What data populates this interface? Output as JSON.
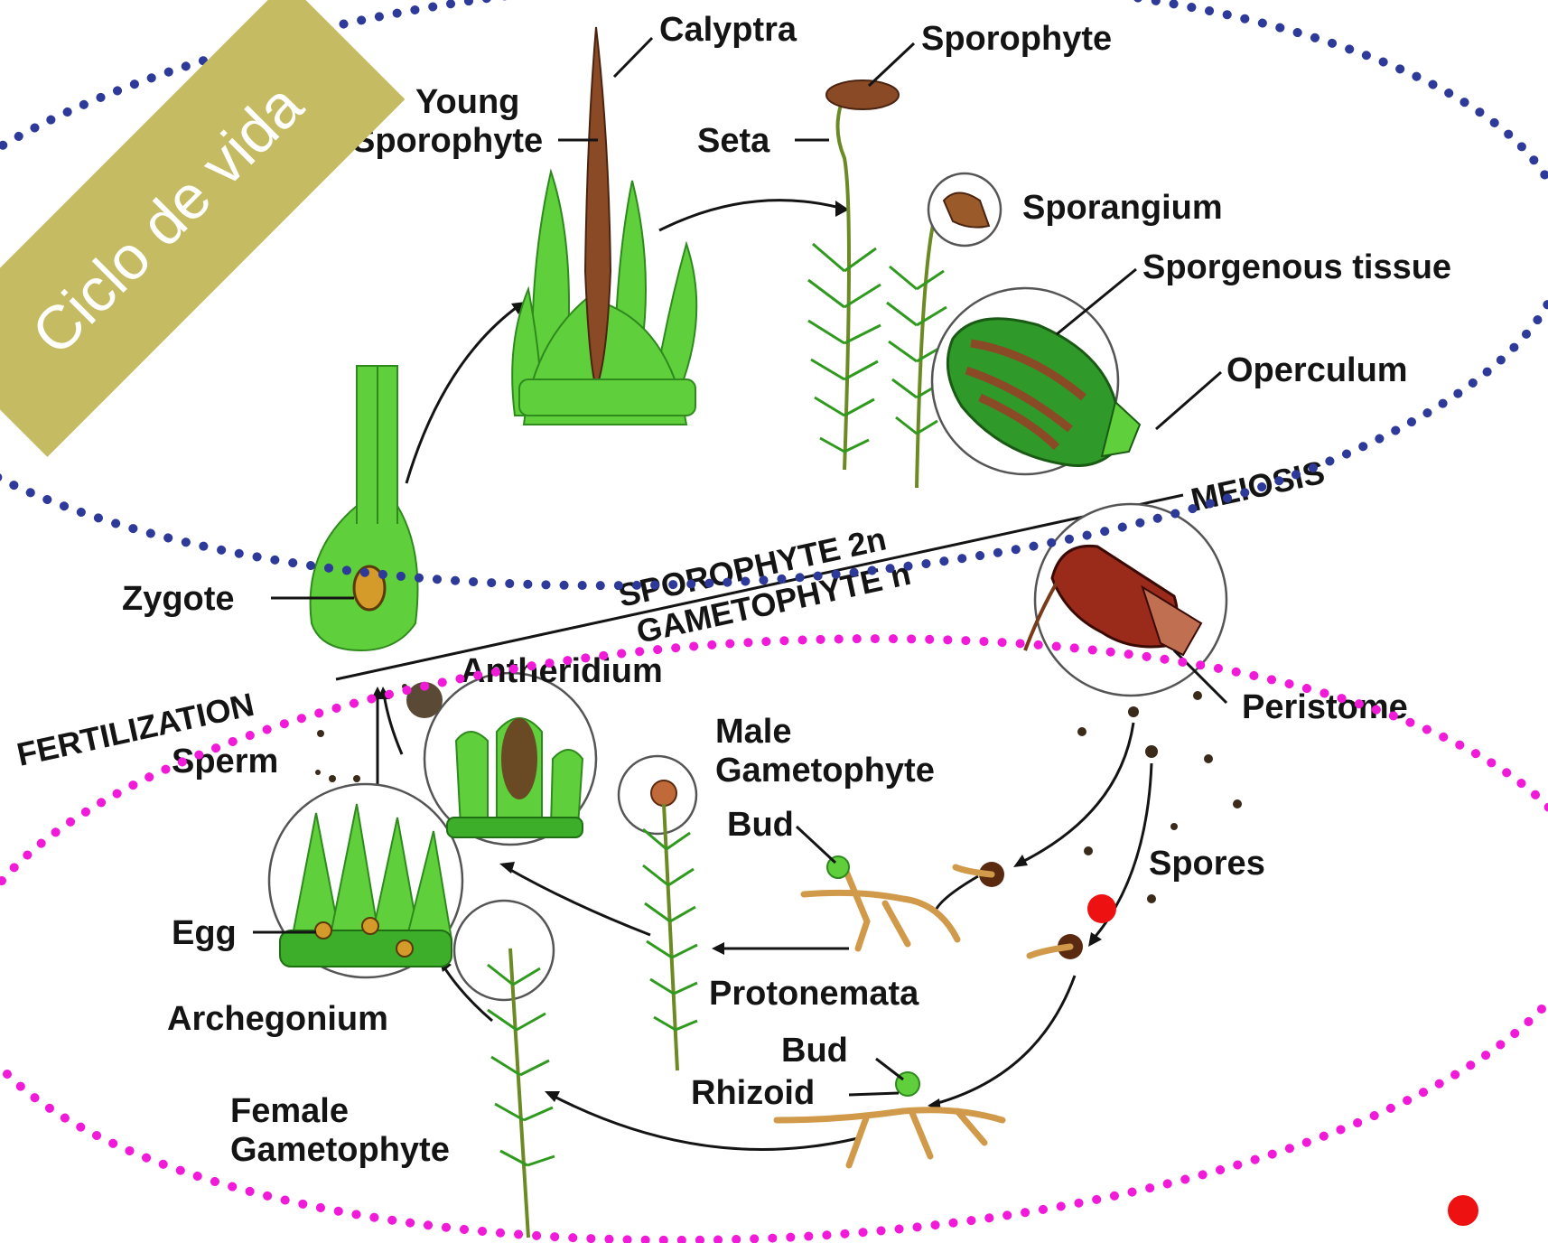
{
  "banner": {
    "text": "Ciclo de vida",
    "color": "#c5bb62"
  },
  "labels": {
    "young_sporophyte": [
      "Young",
      "Sporophyte"
    ],
    "calyptra": "Calyptra",
    "sporophyte": "Sporophyte",
    "seta": "Seta",
    "sporangium": "Sporangium",
    "sporgenous_tissue": "Sporgenous tissue",
    "operculum": "Operculum",
    "meiosis": "MEIOSIS",
    "sporophyte_2n": "SPOROPHYTE 2n",
    "gametophyte_n": "GAMETOPHYTE n",
    "zygote": "Zygote",
    "fertilization": "FERTILIZATION",
    "antheridium": "Antheridium",
    "peristome": "Peristome",
    "sperm": "Sperm",
    "male_gametophyte": [
      "Male",
      "Gametophyte"
    ],
    "bud_upper": "Bud",
    "spores": "Spores",
    "egg": "Egg",
    "protonemata": "Protonemata",
    "archegonium": "Archegonium",
    "bud_lower": "Bud",
    "rhizoid": "Rhizoid",
    "female_gametophyte": [
      "Female",
      "Gametophyte"
    ]
  },
  "overlay": {
    "sporophyte_ellipse_color": "#2e3a9a",
    "gametophyte_ellipse_color": "#f01ad8",
    "marker_color": "#ee1111"
  }
}
